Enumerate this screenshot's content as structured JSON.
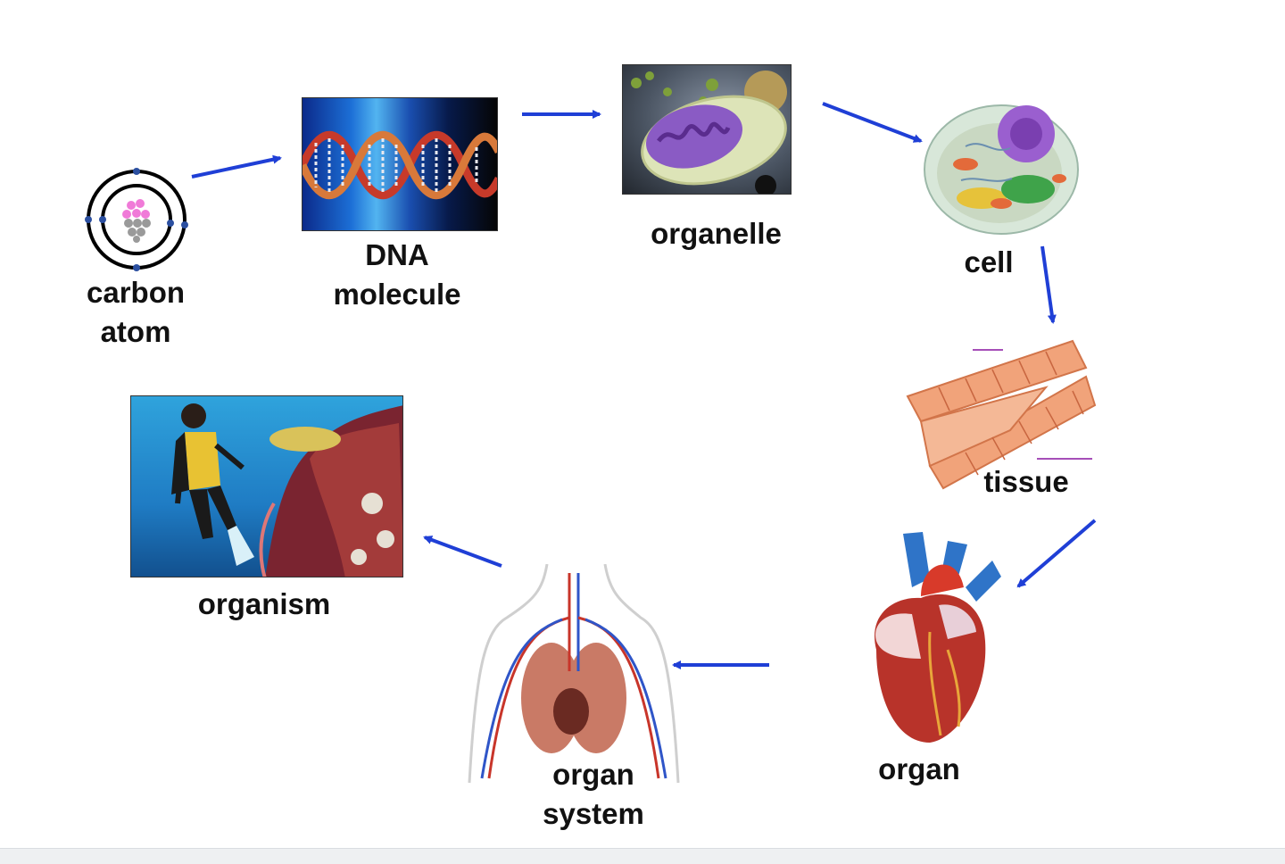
{
  "stages": [
    {
      "id": "carbon-atom",
      "label": "carbon\natom"
    },
    {
      "id": "dna-molecule",
      "label": "DNA\nmolecule"
    },
    {
      "id": "organelle",
      "label": "organelle"
    },
    {
      "id": "cell",
      "label": "cell"
    },
    {
      "id": "tissue",
      "label": "tissue"
    },
    {
      "id": "organ",
      "label": "organ"
    },
    {
      "id": "organ-system",
      "label": "organ\nsystem"
    },
    {
      "id": "organism",
      "label": "organism"
    }
  ],
  "colors": {
    "arrow": "#1f3fd6",
    "label": "#111111"
  }
}
